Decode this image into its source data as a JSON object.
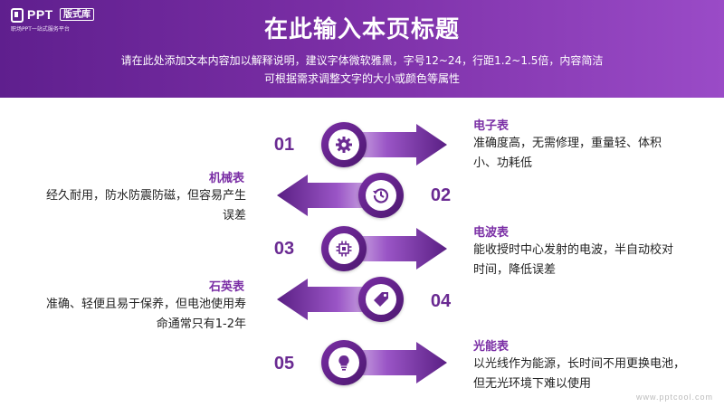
{
  "logo": {
    "word": "PPT",
    "badge": "版式库",
    "tagline": "职场PPT一站式服务平台"
  },
  "header": {
    "title": "在此输入本页标题",
    "subtitle_line1": "请在此处添加文本内容加以解释说明，建议字体微软雅黑，字号12~24，行距1.2~1.5倍，内容简洁",
    "subtitle_line2": "可根据需求调整文字的大小或颜色等属性"
  },
  "items": [
    {
      "num": "01",
      "title": "电子表",
      "desc": "准确度高，无需修理，重量轻、体积小、功耗低",
      "icon": "gear-icon"
    },
    {
      "num": "02",
      "title": "机械表",
      "desc": "经久耐用，防水防震防磁，但容易产生误差",
      "icon": "history-icon"
    },
    {
      "num": "03",
      "title": "电波表",
      "desc": "能收授时中心发射的电波，半自动校对时间，降低误差",
      "icon": "chip-icon"
    },
    {
      "num": "04",
      "title": "石英表",
      "desc": "准确、轻便且易于保养，但电池使用寿命通常只有1-2年",
      "icon": "tag-icon"
    },
    {
      "num": "05",
      "title": "光能表",
      "desc": "以光线作为能源，长时间不用更换电池，但无光环境下难以使用",
      "icon": "lightbulb-icon"
    }
  ],
  "watermark": "www.pptcool.com",
  "colors": {
    "primary": "#7a2ea5",
    "dark": "#4c176f",
    "accent": "#9a4bc7"
  }
}
